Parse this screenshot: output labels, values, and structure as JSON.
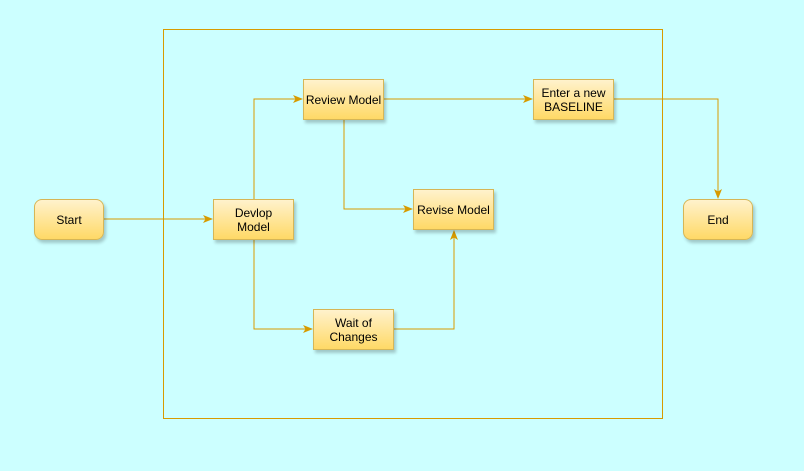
{
  "colors": {
    "background": "#ccffff",
    "edge": "#d79b00",
    "node_border": "#d6b656",
    "node_fill_top": "#fff2cc",
    "node_fill_bottom": "#ffd966"
  },
  "nodes": {
    "start": "Start",
    "develop": "Devlop\nModel",
    "review": "Review Model",
    "baseline": "Enter a new\nBASELINE",
    "revise": "Revise Model",
    "wait": "Wait of\nChanges",
    "end": "End"
  }
}
